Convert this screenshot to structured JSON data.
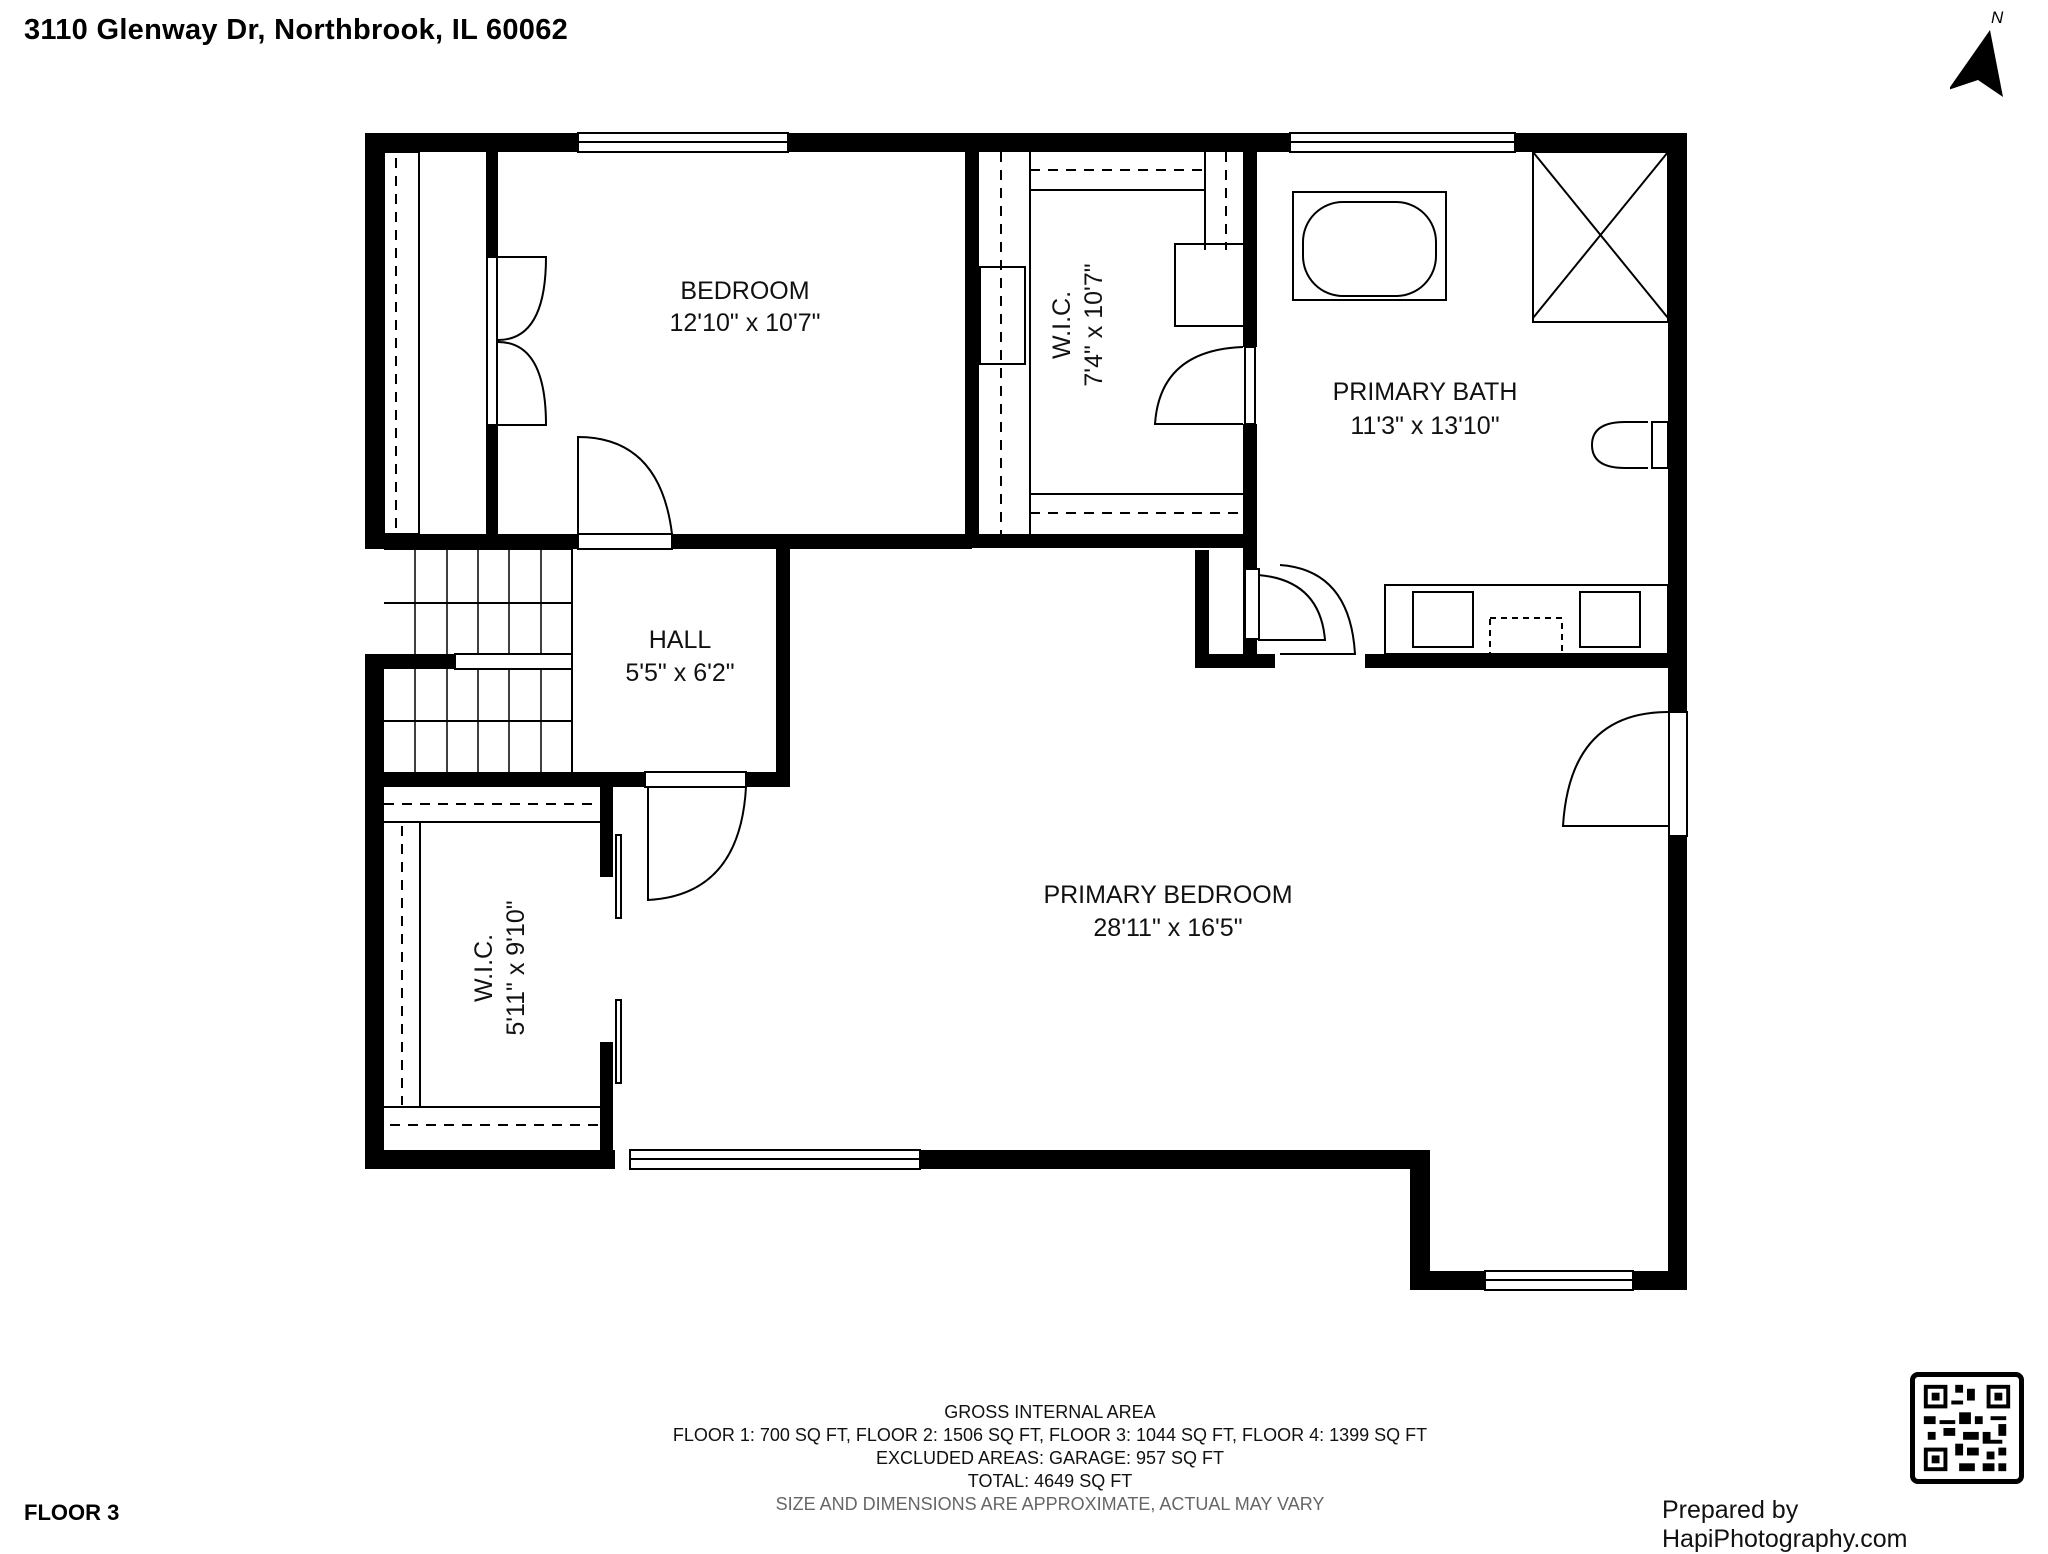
{
  "header": {
    "address": "3110 Glenway Dr, Northbrook, IL  60062",
    "compass_label": "N",
    "compass_icon": "north-arrow-icon"
  },
  "rooms": [
    {
      "name": "BEDROOM",
      "dimensions": "12'10\" x 10'7\""
    },
    {
      "name": "W.I.C.",
      "dimensions": "7'4\" x 10'7\""
    },
    {
      "name": "PRIMARY BATH",
      "dimensions": "11'3\" x 13'10\""
    },
    {
      "name": "HALL",
      "dimensions": "5'5\" x 6'2\""
    },
    {
      "name": "W.I.C.",
      "dimensions": "5'11\" x 9'10\""
    },
    {
      "name": "PRIMARY BEDROOM",
      "dimensions": "28'11\" x 16'5\""
    }
  ],
  "gross_internal_area": {
    "title": "GROSS INTERNAL AREA",
    "floors_line": "FLOOR 1: 700 SQ FT, FLOOR 2: 1506 SQ FT, FLOOR 3: 1044 SQ FT, FLOOR 4: 1399 SQ FT",
    "excluded_line": "EXCLUDED AREAS: GARAGE: 957 SQ FT",
    "total_line": "TOTAL: 4649 SQ FT",
    "disclaimer": "SIZE AND DIMENSIONS ARE APPROXIMATE, ACTUAL MAY VARY"
  },
  "footer": {
    "floor_label": "FLOOR 3",
    "prepared_by": "Prepared by HapiPhotography.com",
    "qr_icon": "qr-code-icon"
  },
  "colors": {
    "wall": "#000000",
    "background": "#ffffff",
    "disclaimer_text": "#666666"
  }
}
